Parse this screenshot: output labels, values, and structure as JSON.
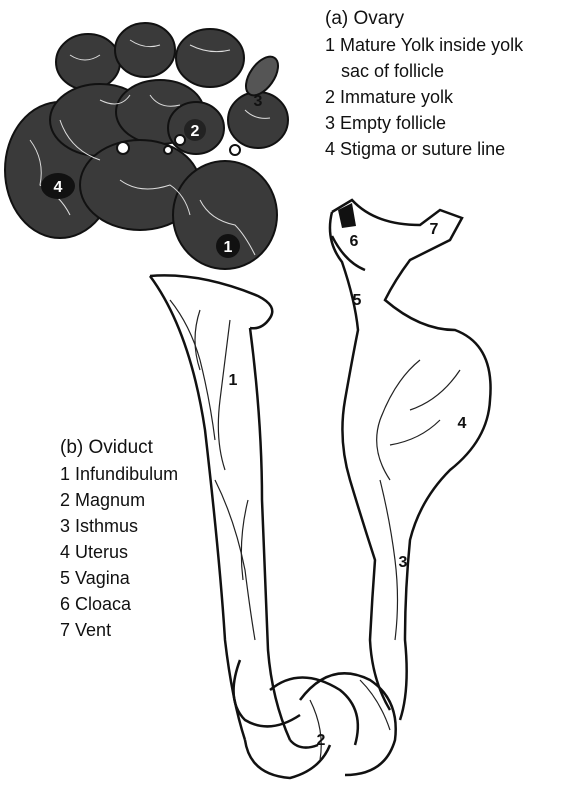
{
  "ovary": {
    "heading": "(a) Ovary",
    "items": [
      {
        "num": "1",
        "text": "Mature Yolk inside yolk",
        "cont": "sac of follicle"
      },
      {
        "num": "2",
        "text": "Immature yolk"
      },
      {
        "num": "3",
        "text": "Empty follicle"
      },
      {
        "num": "4",
        "text": "Stigma or suture line"
      }
    ]
  },
  "oviduct": {
    "heading": "(b) Oviduct",
    "items": [
      {
        "num": "1",
        "text": "Infundibulum"
      },
      {
        "num": "2",
        "text": "Magnum"
      },
      {
        "num": "3",
        "text": "Isthmus"
      },
      {
        "num": "4",
        "text": "Uterus"
      },
      {
        "num": "5",
        "text": "Vagina"
      },
      {
        "num": "6",
        "text": "Cloaca"
      },
      {
        "num": "7",
        "text": "Vent"
      }
    ]
  },
  "markers": {
    "ovary_1": "1",
    "ovary_2": "2",
    "ovary_3": "3",
    "ovary_4": "4",
    "oviduct_1": "1",
    "oviduct_2": "2",
    "oviduct_3": "3",
    "oviduct_4": "4",
    "oviduct_5": "5",
    "oviduct_6": "6",
    "oviduct_7": "7"
  },
  "colors": {
    "ink": "#111111",
    "follicle_fill": "#3a3a3a",
    "paper": "#ffffff"
  }
}
